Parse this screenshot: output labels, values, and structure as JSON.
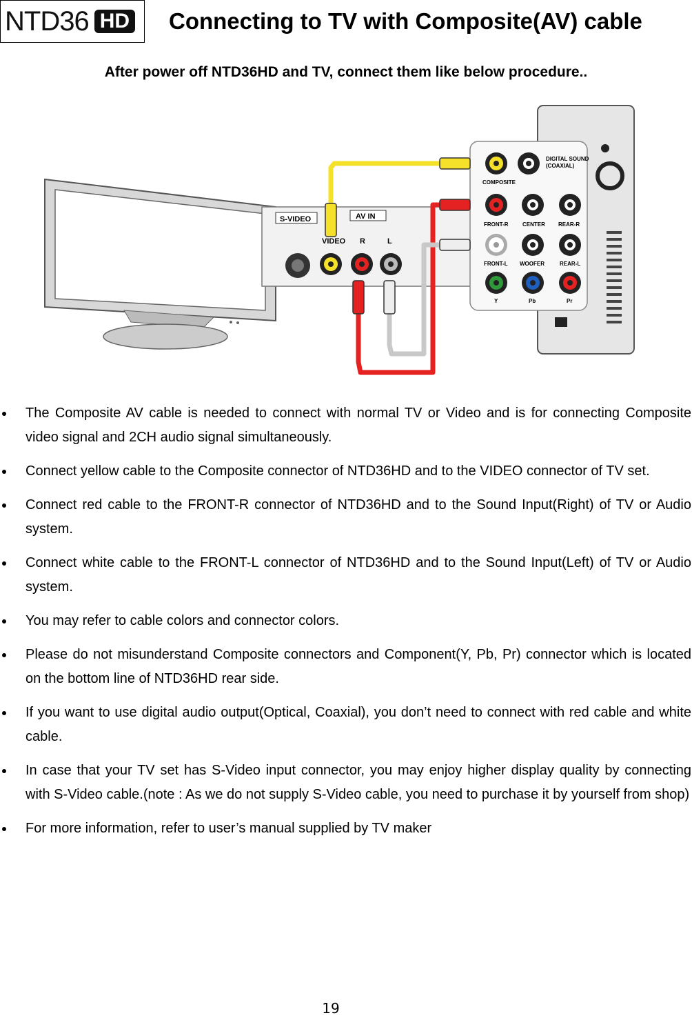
{
  "header": {
    "logo_text": "NTD36",
    "logo_badge": "HD",
    "title": "Connecting to TV with Composite(AV) cable"
  },
  "subtitle": "After power off NTD36HD and TV, connect them like below procedure..",
  "diagram": {
    "tv_panel": {
      "svideo_label": "S-VIDEO",
      "avin_label": "AV IN",
      "video_label": "VIDEO",
      "r_label": "R",
      "l_label": "L"
    },
    "device_panel": {
      "composite": "COMPOSITE",
      "digital_sound": "DIGITAL SOUND",
      "coaxial": "(COAXIAL)",
      "front_r": "FRONT-R",
      "center": "CENTER",
      "rear_r": "REAR-R",
      "front_l": "FRONT-L",
      "woofer": "WOOFER",
      "rear_l": "REAR-L",
      "y": "Y",
      "pb": "Pb",
      "pr": "Pr"
    },
    "colors": {
      "yellow_cable": "#f5e12a",
      "red_cable": "#e52222",
      "white_cable": "#c8c8c8",
      "green_jack": "#2f9a3a",
      "blue_jack": "#1f5fbf"
    }
  },
  "bullets": [
    "The Composite AV cable is needed to connect with normal TV or Video and is for connecting Composite video signal and 2CH audio signal simultaneously.",
    "Connect yellow cable to the Composite connector of NTD36HD and to the VIDEO connector of TV set.",
    "Connect red cable to the FRONT-R connector of NTD36HD and to the Sound Input(Right) of TV or Audio system.",
    "Connect white cable to the FRONT-L connector of NTD36HD and to the Sound Input(Left) of TV or Audio system.",
    "You may refer to cable colors and connector colors.",
    "Please do not misunderstand Composite connectors and Component(Y, Pb, Pr) connector which is located on the bottom line of NTD36HD rear side.",
    "If you want to use digital audio output(Optical, Coaxial), you don’t need to connect with red cable and white cable.",
    "In case that your TV set has S-Video input connector, you may enjoy higher display quality by connecting with S-Video cable.(note : As we do not supply S-Video cable, you need to purchase it by yourself from shop)",
    "For more information, refer to user’s manual supplied by TV maker"
  ],
  "page_number": "19"
}
